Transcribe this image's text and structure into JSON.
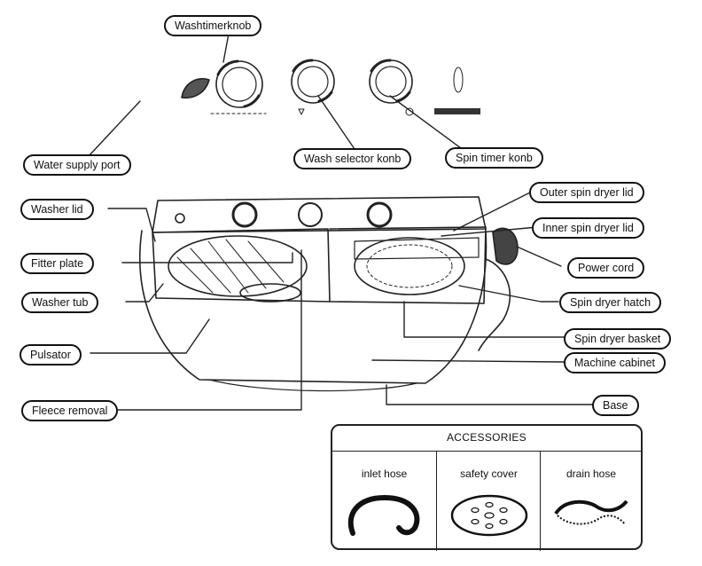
{
  "labels": {
    "wash_timer_knob": "Washtimerknob",
    "water_supply_port": "Water supply port",
    "wash_selector_knob": "Wash selector  konb",
    "spin_timer_knob": "Spin timer konb",
    "outer_spin_dryer_lid": "Outer spin dryer lid",
    "inner_spin_dryer_lid": "Inner spin dryer lid",
    "washer_lid": "Washer lid",
    "filter_plate": "Fitter plate",
    "power_cord": "Power cord",
    "washer_tub": "Washer  tub",
    "spin_dryer_hatch": "Spin dryer hatch",
    "pulsator": "Pulsator",
    "spin_dryer_basket": "Spin dryer basket",
    "machine_cabinet": "Machine cabinet",
    "fleece_removal": "Fleece  removal",
    "base": "Base"
  },
  "accessories": {
    "title": "ACCESSORIES",
    "items": [
      {
        "label": "inlet hose",
        "icon": "inlet-hose-icon"
      },
      {
        "label": "safety cover",
        "icon": "safety-cover-icon"
      },
      {
        "label": "drain hose",
        "icon": "drain-hose-icon"
      }
    ]
  }
}
